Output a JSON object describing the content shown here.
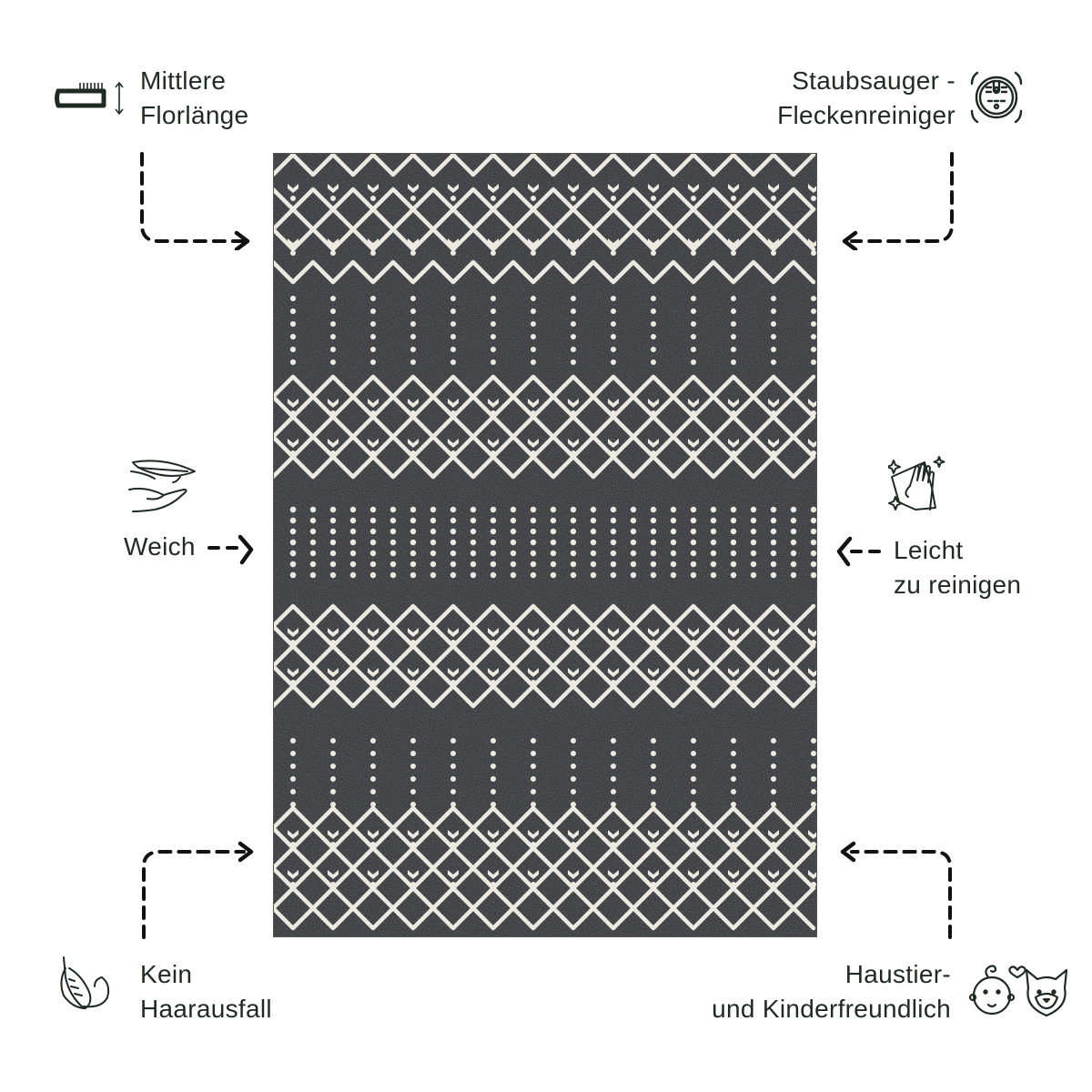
{
  "image": {
    "subject": "rug",
    "rug_colors": {
      "background": "#2b2c30",
      "pattern": "#ece9e0"
    }
  },
  "colors": {
    "text": "#1e2a22",
    "icon": "#1e2a22",
    "arrow": "#111111"
  },
  "features": {
    "pile_height": {
      "line1": "Mittlere",
      "line2": "Florlänge",
      "icon": "brush-pile-icon"
    },
    "vacuum": {
      "line1": "Staubsauger -",
      "line2": "Fleckenreiniger",
      "icon": "robot-vacuum-icon"
    },
    "soft": {
      "line1": "Weich",
      "icon": "feather-hand-icon"
    },
    "easy_clean": {
      "line1": "Leicht",
      "line2": "zu reinigen",
      "icon": "cleaning-hand-icon"
    },
    "no_shedding": {
      "line1": "Kein",
      "line2": "Haarausfall",
      "icon": "feather-icon"
    },
    "pet_kid_friendly": {
      "line1": "Haustier-",
      "line2": "und Kinderfreundlich",
      "icon": "baby-dog-icon"
    }
  }
}
